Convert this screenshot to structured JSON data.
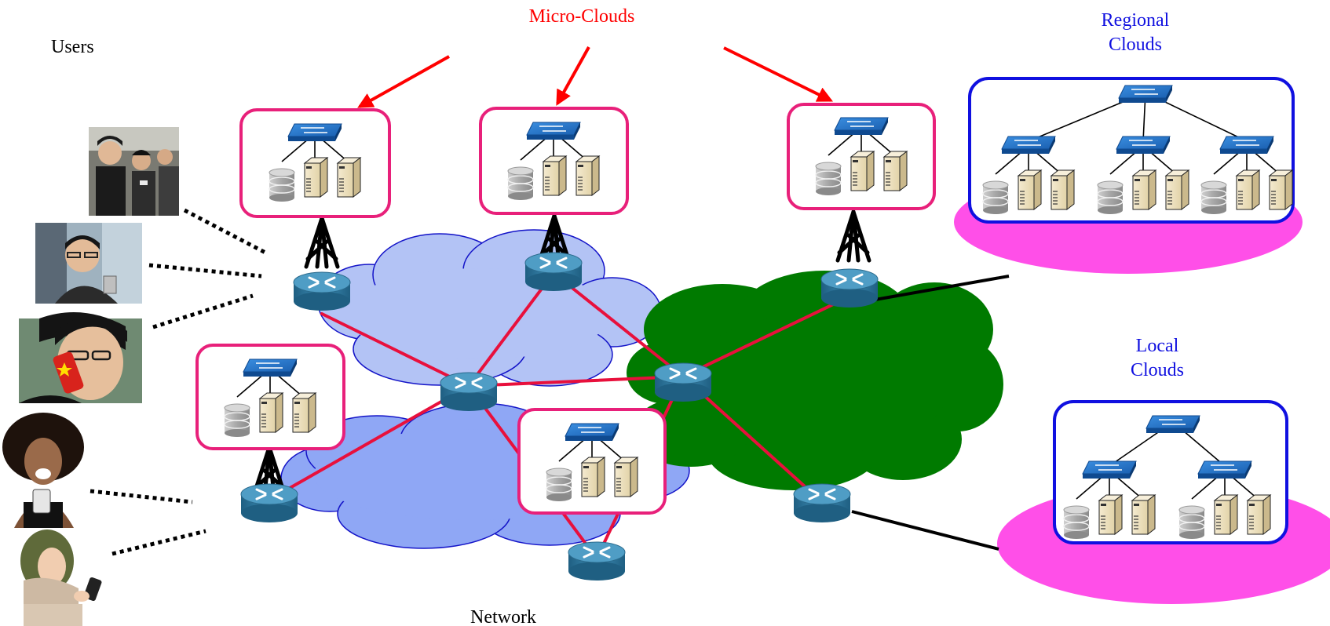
{
  "labels": {
    "users": "Users",
    "micro_clouds": "Micro-Clouds",
    "regional_clouds_line1": "Regional",
    "regional_clouds_line2": "Clouds",
    "local_clouds_line1": "Local",
    "local_clouds_line2": "Clouds",
    "network": "Network"
  },
  "colors": {
    "micro_cloud_border": "#e8207a",
    "cloud_box_border": "#1010e0",
    "micro_label": "#ff0000",
    "cloud_label": "#1010e0",
    "link": "#e8103c",
    "arrow": "#ff0000",
    "network_light": "#b3c3f5",
    "network_medium": "#8fa7f5",
    "network_green": "#007a00",
    "pad_magenta": "#ff4fe8",
    "router": "#3a84aa"
  },
  "icons": {
    "router": "router-icon",
    "switch": "switch-icon",
    "server": "server-icon",
    "storage": "storage-icon",
    "tower": "radio-tower-icon",
    "user": "user-photo-icon"
  }
}
